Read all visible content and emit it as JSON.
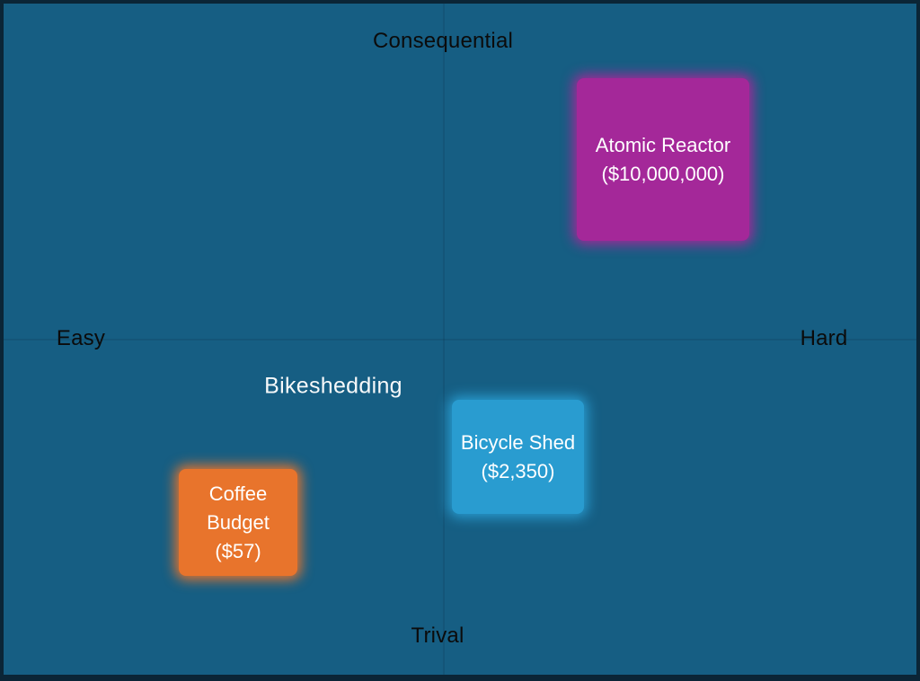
{
  "diagram": {
    "title": "Bikeshedding",
    "type": "quadrant",
    "axes": {
      "vertical": {
        "top_label": "Consequential",
        "bottom_label": "Trival"
      },
      "horizontal": {
        "left_label": "Easy",
        "right_label": "Hard"
      }
    },
    "colors": {
      "background": "#165E83",
      "border": "#0B2536",
      "pole_label_text": "#0B0B0B",
      "title_text": "#F7F9FA",
      "note_text": "#FFFFFF"
    }
  },
  "items": [
    {
      "name": "Atomic Reactor",
      "cost": "($10,000,000)",
      "color": "#A42899",
      "quadrant": "hard-consequential"
    },
    {
      "name": "Bicycle Shed",
      "cost": "($2,350)",
      "color": "#299CD0",
      "quadrant": "center-trivial"
    },
    {
      "name": "Coffee Budget",
      "cost": "($57)",
      "color": "#E8742C",
      "quadrant": "easy-trivial"
    }
  ]
}
